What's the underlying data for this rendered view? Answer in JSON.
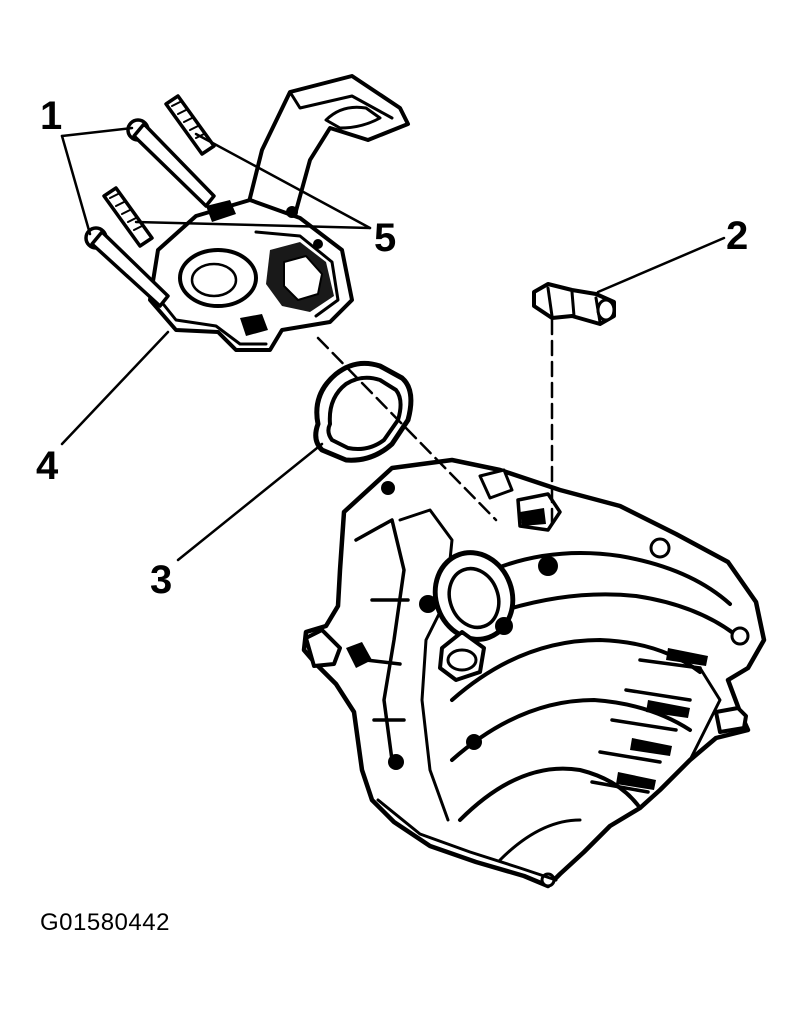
{
  "callouts": {
    "one": "1",
    "two": "2",
    "three": "3",
    "four": "4",
    "five": "5"
  },
  "figure_id": "G01580442",
  "colors": {
    "ink": "#000000",
    "paper": "#ffffff"
  }
}
